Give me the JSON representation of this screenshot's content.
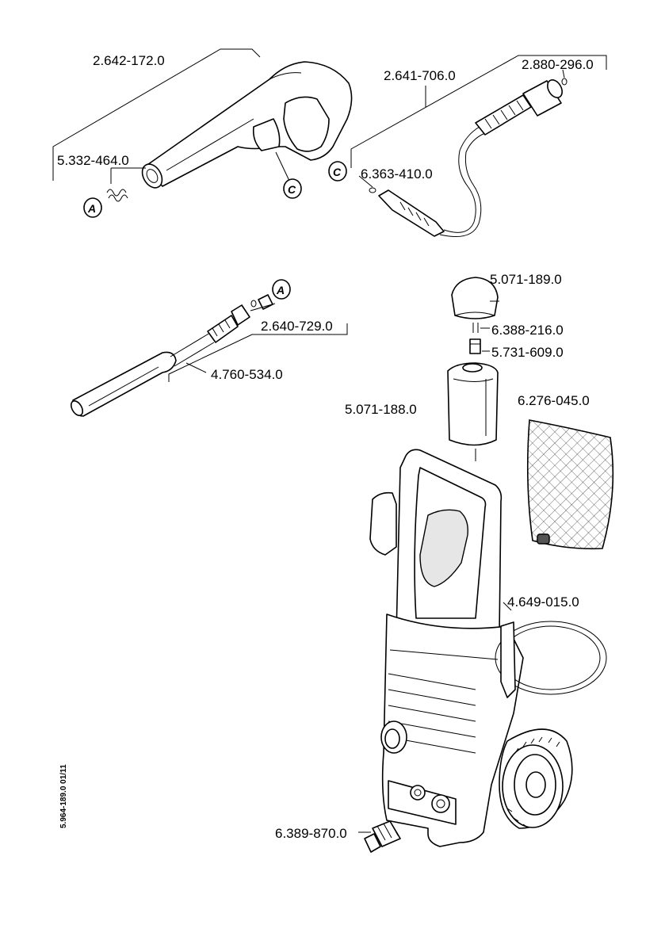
{
  "document_number": "5.964-189.0 01/11",
  "parts": [
    {
      "id": "trigger-gun",
      "number": "2.642-172.0"
    },
    {
      "id": "hose",
      "number": "2.641-706.0"
    },
    {
      "id": "hose-end-oring",
      "number": "2.880-296.0"
    },
    {
      "id": "gun-spring",
      "number": "5.332-464.0"
    },
    {
      "id": "hose-oring",
      "number": "6.363-410.0"
    },
    {
      "id": "nozzle-connector",
      "number": "2.640-729.0"
    },
    {
      "id": "spray-lance",
      "number": "4.760-534.0"
    },
    {
      "id": "detergent-cap",
      "number": "5.071-189.0"
    },
    {
      "id": "cap-oring",
      "number": "6.388-216.0"
    },
    {
      "id": "cap-valve",
      "number": "5.731-609.0"
    },
    {
      "id": "detergent-bottle",
      "number": "5.071-188.0"
    },
    {
      "id": "hose-bag",
      "number": "6.276-045.0"
    },
    {
      "id": "power-cable",
      "number": "4.649-015.0"
    },
    {
      "id": "water-inlet",
      "number": "6.389-870.0"
    }
  ],
  "references": {
    "a": "A",
    "c": "C"
  }
}
